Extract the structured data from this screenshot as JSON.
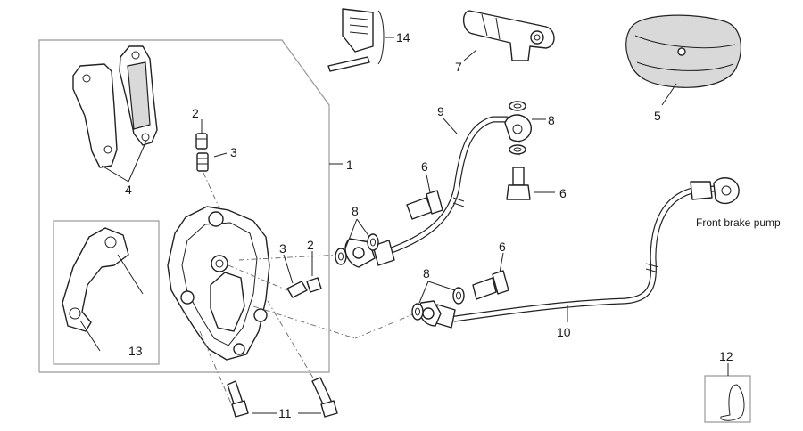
{
  "callouts": [
    {
      "id": "1",
      "text": "1"
    },
    {
      "id": "2a",
      "text": "2"
    },
    {
      "id": "2b",
      "text": "2"
    },
    {
      "id": "3a",
      "text": "3"
    },
    {
      "id": "3b",
      "text": "3"
    },
    {
      "id": "4",
      "text": "4"
    },
    {
      "id": "5",
      "text": "5"
    },
    {
      "id": "6a",
      "text": "6"
    },
    {
      "id": "6b",
      "text": "6"
    },
    {
      "id": "6c",
      "text": "6"
    },
    {
      "id": "7",
      "text": "7"
    },
    {
      "id": "8a",
      "text": "8"
    },
    {
      "id": "8b",
      "text": "8"
    },
    {
      "id": "8c",
      "text": "8"
    },
    {
      "id": "9",
      "text": "9"
    },
    {
      "id": "10",
      "text": "10"
    },
    {
      "id": "11",
      "text": "11"
    },
    {
      "id": "12",
      "text": "12"
    },
    {
      "id": "13",
      "text": "13"
    },
    {
      "id": "14",
      "text": "14"
    }
  ],
  "labels": {
    "front_brake_pump": "Front brake pump"
  }
}
